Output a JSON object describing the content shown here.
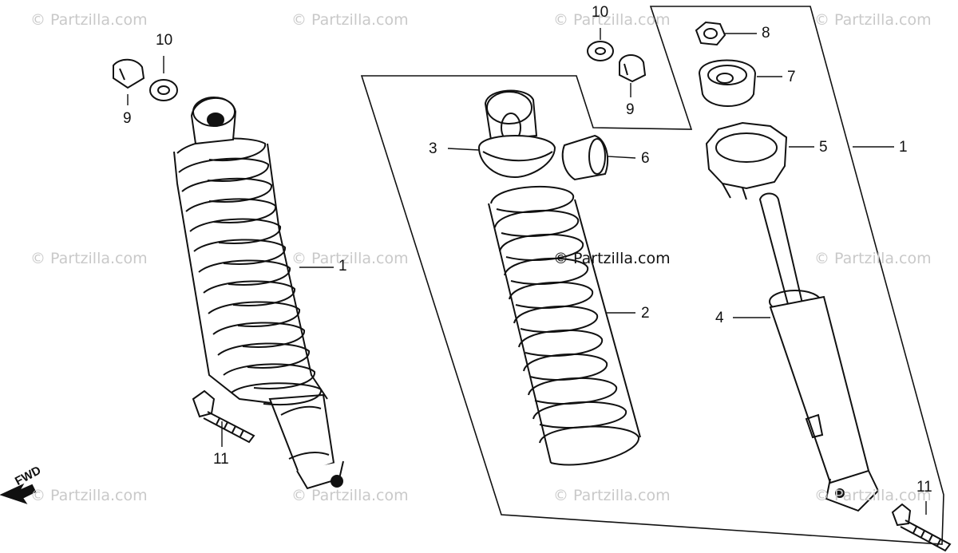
{
  "watermark_text": "© Partzilla.com",
  "center_watermark_text": "© Partzilla.com",
  "direction_label": "FWD",
  "callouts": {
    "left_shock": "1",
    "left_cap_nut": "9",
    "left_washer": "10",
    "left_bolt": "11",
    "top_washer": "10",
    "top_cap_nut": "9",
    "nut": "8",
    "rubber_bushing_top": "7",
    "adjuster": "5",
    "damper_assembly": "1",
    "upper_mount": "3",
    "collar": "6",
    "spring": "2",
    "damper": "4",
    "right_bolt": "11"
  },
  "colors": {
    "ink": "#111111",
    "watermark": "#c9c9c9",
    "background": "#ffffff"
  }
}
